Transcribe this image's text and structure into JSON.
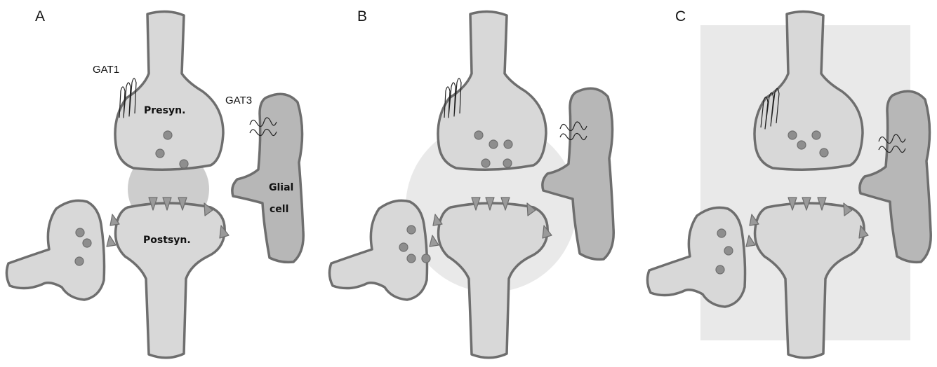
{
  "colors": {
    "neuron_fill": "#d8d8d8",
    "neuron_stroke": "#6e6e6e",
    "glia_fill": "#b7b7b7",
    "vesicle_fill": "#8e8e8e",
    "spread_fill": "#e9e9e9",
    "cloud_fill": "#cdcdcd"
  },
  "panels": [
    {
      "letter": "A",
      "spread": "small-circle",
      "labels": {
        "gat1": "GAT1",
        "gat3": "GAT3",
        "presyn": "Presyn.",
        "postsyn": "Postsyn.",
        "glial_line1": "Glial",
        "glial_line2": "cell"
      }
    },
    {
      "letter": "B",
      "spread": "large-circle",
      "labels": {}
    },
    {
      "letter": "C",
      "spread": "rectangle",
      "labels": {}
    }
  ]
}
